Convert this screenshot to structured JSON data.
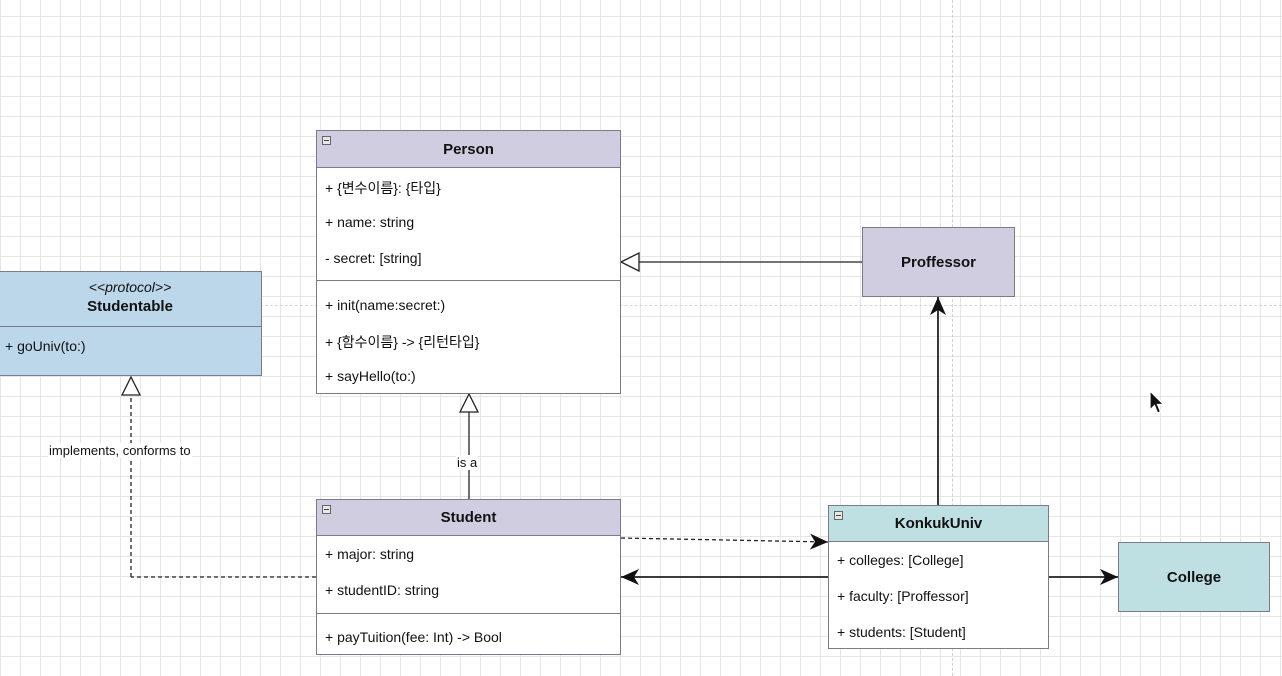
{
  "diagram": {
    "studentable": {
      "stereotype": "<<protocol>>",
      "title": "Studentable",
      "methods": [
        "+ goUniv(to:)"
      ]
    },
    "person": {
      "title": "Person",
      "attributes": [
        "+ {변수이름}: {타입}",
        "+ name: string",
        "- secret: [string]"
      ],
      "methods": [
        "+ init(name:secret:)",
        "+ {함수이름} -> {리턴타입}",
        "+ sayHello(to:)"
      ]
    },
    "student": {
      "title": "Student",
      "attributes": [
        "+ major: string",
        "+ studentID: string"
      ],
      "methods": [
        "+ payTuition(fee: Int) -> Bool"
      ]
    },
    "konkuk": {
      "title": "KonkukUniv",
      "attributes": [
        "+ colleges: [College]",
        "+ faculty: [Proffessor]",
        "+ students: [Student]"
      ]
    },
    "proffessor": {
      "title": "Proffessor"
    },
    "college": {
      "title": "College"
    },
    "edge_labels": {
      "implements": "implements, conforms to",
      "is_a": "is a"
    }
  },
  "colors": {
    "class_header": "#d0cde1",
    "protocol": "#bcd7ea",
    "konkuk": "#bfe0e2",
    "border": "#7a7a8c"
  },
  "icons": [
    "collapse-icon",
    "mouse-pointer-icon"
  ]
}
